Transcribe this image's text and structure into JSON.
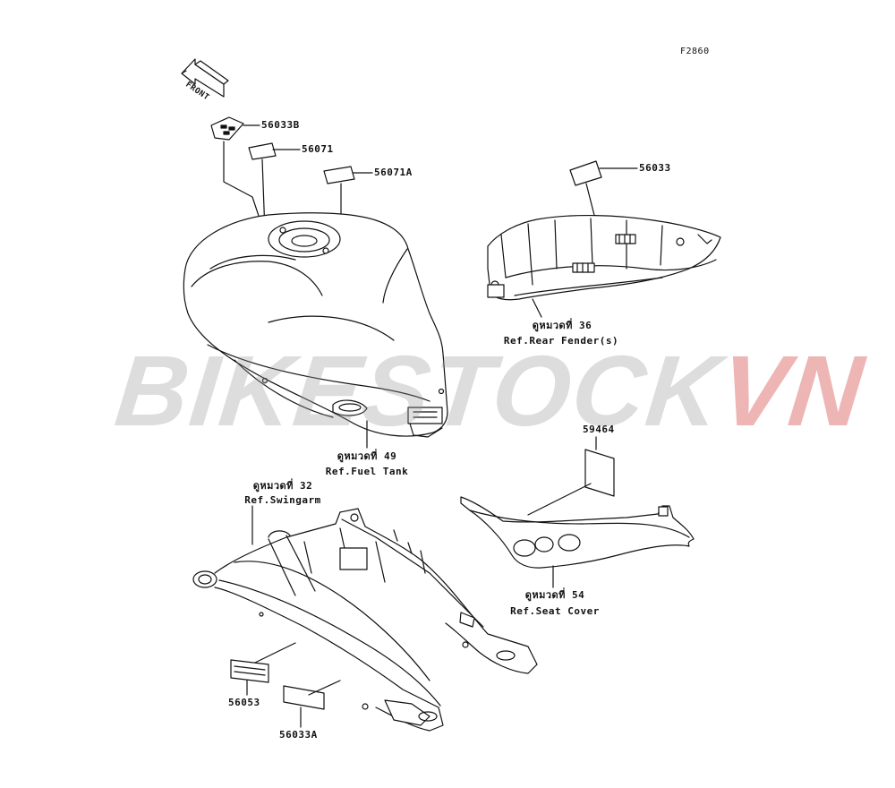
{
  "figure_code": "F2860",
  "front_arrow_text": "FRONT",
  "parts": {
    "p56033B": "56033B",
    "p56071": "56071",
    "p56071A": "56071A",
    "p56033": "56033",
    "p59464": "59464",
    "p56053": "56053",
    "p56033A": "56033A"
  },
  "refs": {
    "rear_fender": {
      "thai": "ดูหมวดที่ 36",
      "ref": "Ref.Rear Fender(s)"
    },
    "fuel_tank": {
      "thai": "ดูหมวดที่ 49",
      "ref": "Ref.Fuel Tank"
    },
    "swingarm": {
      "thai": "ดูหมวดที่ 32",
      "ref": "Ref.Swingarm"
    },
    "seat_cover": {
      "thai": "ดูหมวดที่ 54",
      "ref": "Ref.Seat Cover"
    }
  },
  "watermark": {
    "part1": "BIKESTOCK",
    "part2": "VN"
  },
  "colors": {
    "line": "#111111",
    "watermark_gray": "#969696",
    "watermark_red": "#d23c3c"
  }
}
